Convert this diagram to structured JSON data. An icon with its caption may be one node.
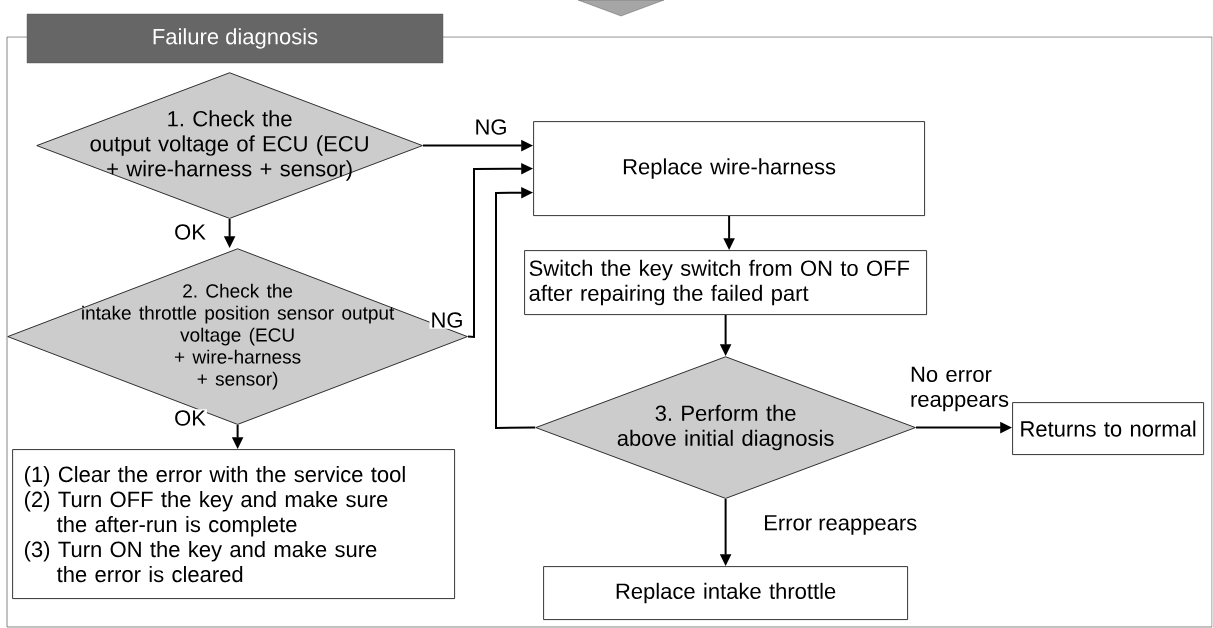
{
  "diagram": {
    "nodes": [
      {
        "text": [
          "Failure diagnosis"
        ]
      },
      {
        "text": [
          "1. Check the output voltage of ECU (ECU + wire-harness + sensor)"
        ],
        "in": 0
      },
      {
        "text": [
          "2. Check the intake throttle position sensor output voltage (ECU + wire-harness + sensor)"
        ],
        "in": 0
      },
      {
        "text": [
          "(1) Clear the error with the service tool",
          "(2) Turn OFF the key and make sure the after-run is complete",
          "(3) Turn ON the key and make sure the error is cleared"
        ],
        "in": 0
      },
      {
        "text": [
          "Replace wire-harness"
        ],
        "in": 0
      },
      {
        "text": [
          "Switch the key switch from ON to OFF after repairing the failed part"
        ],
        "in": 0
      },
      {
        "text": [
          "3. Perform the above initial diagnosis"
        ],
        "in": 0
      },
      {
        "text": [
          "Returns to normal"
        ],
        "in": 0
      },
      {
        "text": [
          "Replace intake throttle"
        ],
        "in": 0
      }
    ],
    "edges": [
      {
        "from": 1,
        "to": 4,
        "arrow": "to",
        "label": "NG"
      },
      {
        "from": 1,
        "to": 2,
        "arrow": "to",
        "label": "OK"
      },
      {
        "from": 2,
        "to": 4,
        "arrow": "to",
        "label": "NG"
      },
      {
        "from": 2,
        "to": 3,
        "arrow": "to",
        "label": "OK"
      },
      {
        "from": 4,
        "to": 5,
        "arrow": "to"
      },
      {
        "from": 5,
        "to": 6,
        "arrow": "to"
      },
      {
        "from": 6,
        "to": 7,
        "arrow": "to",
        "label": "No error reappears"
      },
      {
        "from": 6,
        "to": 4,
        "arrow": "to"
      },
      {
        "from": 6,
        "to": 8,
        "arrow": "to",
        "label": "Error reappears"
      }
    ]
  }
}
